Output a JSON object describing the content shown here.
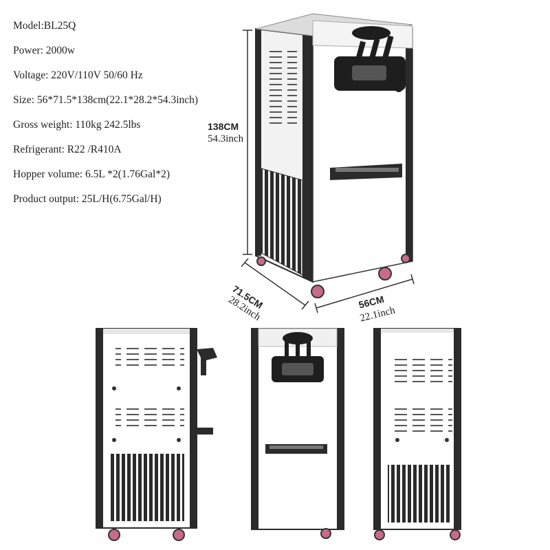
{
  "specs": {
    "model": "Model:BL25Q",
    "power": "Power: 2000w",
    "voltage": "Voltage: 220V/110V 50/60 Hz",
    "size": "Size: 56*71.5*138cm(22.1*28.2*54.3inch)",
    "gross_weight": "Gross weight: 110kg 242.5lbs",
    "refrigerant": "Refrigerant: R22 /R410A",
    "hopper": "Hopper volume: 6.5L *2(1.76Gal*2)",
    "output": "Product output: 25L/H(6.75Gal/H)"
  },
  "dimensions": {
    "height_cm": "138CM",
    "height_in": "54.3inch",
    "depth_cm": "71.5CM",
    "depth_in": "28.2inch",
    "width_cm": "56CM",
    "width_in": "22.1inch"
  },
  "colors": {
    "body": "#ffffff",
    "trim": "#2b2b2b",
    "vent": "#3a3a3a",
    "wheel": "#c86a8a"
  }
}
